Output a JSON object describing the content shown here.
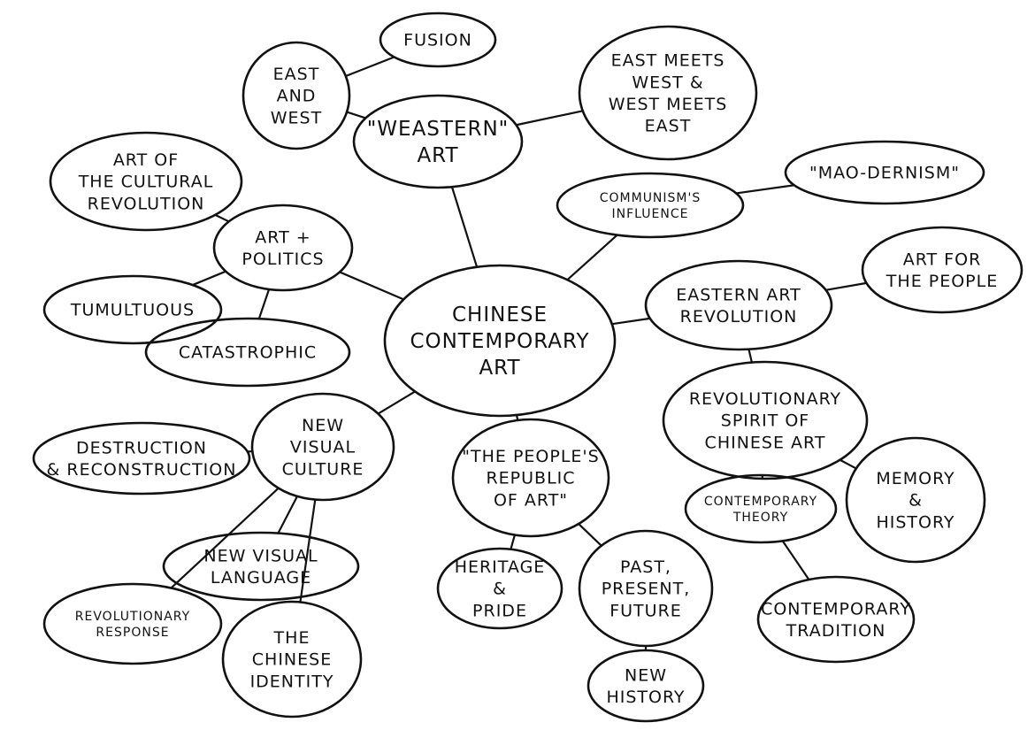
{
  "title": "Chinese Contemporary Art mind map",
  "nodes": [
    {
      "id": "center",
      "lines": [
        "CHINESE",
        "CONTEMPORARY",
        "ART"
      ]
    },
    {
      "id": "fusion",
      "lines": [
        "FUSION"
      ]
    },
    {
      "id": "eastwest",
      "lines": [
        "EAST",
        "AND",
        "WEST"
      ]
    },
    {
      "id": "weastern",
      "lines": [
        "\"WEASTERN\"",
        "ART"
      ]
    },
    {
      "id": "meets",
      "lines": [
        "EAST MEETS",
        "WEST &",
        "WEST MEETS",
        "EAST"
      ]
    },
    {
      "id": "communism",
      "lines": [
        "COMMUNISM'S",
        "INFLUENCE"
      ]
    },
    {
      "id": "mao",
      "lines": [
        "\"MAO-DERNISM\""
      ]
    },
    {
      "id": "culturalrev",
      "lines": [
        "ART OF",
        "THE CULTURAL",
        "REVOLUTION"
      ]
    },
    {
      "id": "politics",
      "lines": [
        "ART +",
        "POLITICS"
      ]
    },
    {
      "id": "tumultuous",
      "lines": [
        "TUMULTUOUS"
      ]
    },
    {
      "id": "catastrophic",
      "lines": [
        "CATASTROPHIC"
      ]
    },
    {
      "id": "forpeople",
      "lines": [
        "ART FOR",
        "THE PEOPLE"
      ]
    },
    {
      "id": "easternrev",
      "lines": [
        "EASTERN ART",
        "REVOLUTION"
      ]
    },
    {
      "id": "spirit",
      "lines": [
        "REVOLUTIONARY",
        "SPIRIT OF",
        "CHINESE ART"
      ]
    },
    {
      "id": "memory",
      "lines": [
        "MEMORY",
        "&",
        "HISTORY"
      ]
    },
    {
      "id": "theory",
      "lines": [
        "CONTEMPORARY",
        "THEORY"
      ]
    },
    {
      "id": "tradition",
      "lines": [
        "CONTEMPORARY",
        "TRADITION"
      ]
    },
    {
      "id": "visual",
      "lines": [
        "NEW",
        "VISUAL",
        "CULTURE"
      ]
    },
    {
      "id": "destruction",
      "lines": [
        "DESTRUCTION",
        "& RECONSTRUCTION"
      ]
    },
    {
      "id": "republic",
      "lines": [
        "\"THE PEOPLE'S",
        "REPUBLIC",
        "OF ART\""
      ]
    },
    {
      "id": "language",
      "lines": [
        "NEW VISUAL",
        "LANGUAGE"
      ]
    },
    {
      "id": "response",
      "lines": [
        "REVOLUTIONARY",
        "RESPONSE"
      ]
    },
    {
      "id": "identity",
      "lines": [
        "THE",
        "CHINESE",
        "IDENTITY"
      ]
    },
    {
      "id": "heritage",
      "lines": [
        "HERITAGE",
        "&",
        "PRIDE"
      ]
    },
    {
      "id": "past",
      "lines": [
        "PAST,",
        "PRESENT,",
        "FUTURE"
      ]
    },
    {
      "id": "newhistory",
      "lines": [
        "NEW",
        "HISTORY"
      ]
    }
  ],
  "edges": [
    [
      "center",
      "weastern"
    ],
    [
      "weastern",
      "eastwest"
    ],
    [
      "eastwest",
      "fusion"
    ],
    [
      "weastern",
      "meets"
    ],
    [
      "center",
      "communism"
    ],
    [
      "communism",
      "mao"
    ],
    [
      "center",
      "politics"
    ],
    [
      "politics",
      "culturalrev"
    ],
    [
      "politics",
      "tumultuous"
    ],
    [
      "politics",
      "catastrophic"
    ],
    [
      "center",
      "easternrev"
    ],
    [
      "easternrev",
      "forpeople"
    ],
    [
      "easternrev",
      "spirit"
    ],
    [
      "spirit",
      "memory"
    ],
    [
      "spirit",
      "theory"
    ],
    [
      "theory",
      "tradition"
    ],
    [
      "center",
      "visual"
    ],
    [
      "visual",
      "destruction"
    ],
    [
      "visual",
      "language"
    ],
    [
      "visual",
      "response"
    ],
    [
      "visual",
      "identity"
    ],
    [
      "center",
      "republic"
    ],
    [
      "republic",
      "heritage"
    ],
    [
      "republic",
      "past"
    ],
    [
      "past",
      "newhistory"
    ]
  ]
}
